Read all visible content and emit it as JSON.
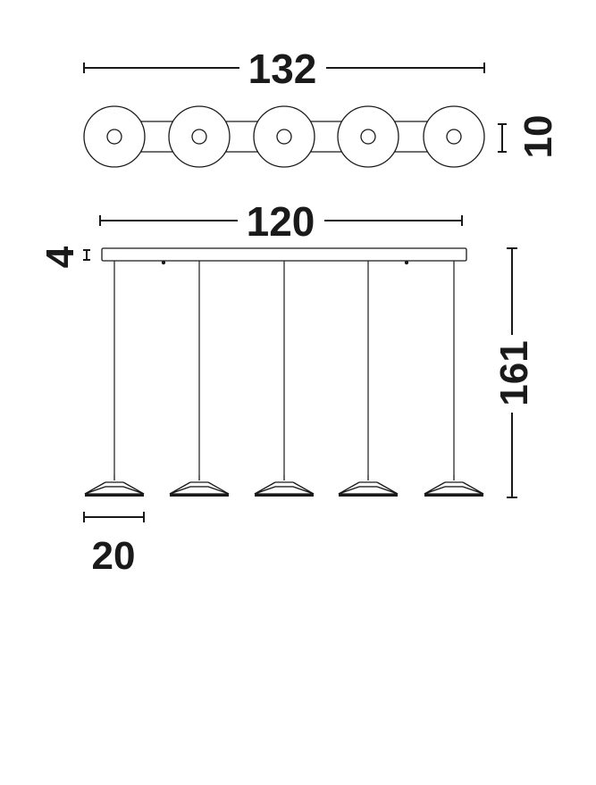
{
  "drawing": {
    "dimensions": {
      "total_length": "132",
      "canopy_depth": "10",
      "canopy_length": "120",
      "canopy_height": "4",
      "overall_height": "161",
      "shade_diameter": "20"
    },
    "pendant_count": 5,
    "line_color": "#1a1a1a",
    "background_color": "#ffffff"
  }
}
